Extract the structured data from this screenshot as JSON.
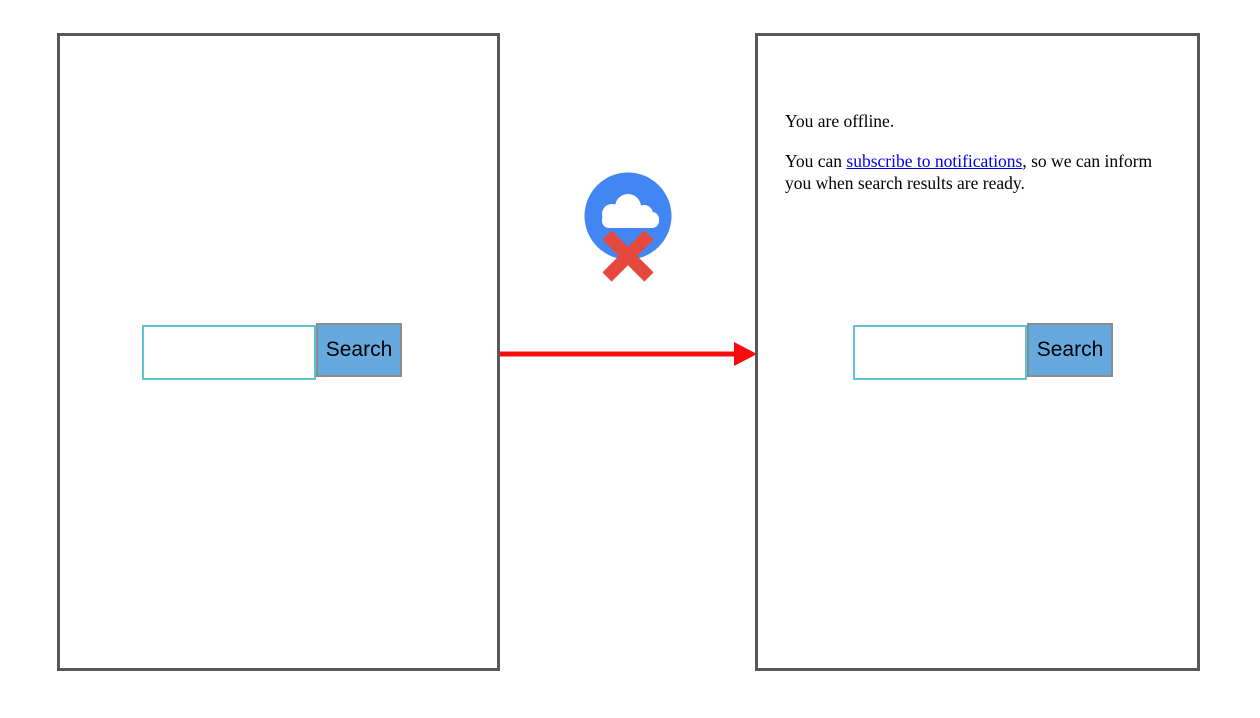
{
  "left_panel": {
    "search": {
      "input_value": "",
      "input_placeholder": "",
      "button_label": "Search"
    }
  },
  "connector": {
    "arrow_color": "#f50d0d",
    "icon": {
      "name": "offline-cloud",
      "circle_color": "#4286f4",
      "cloud_color": "#ffffff",
      "cross_color": "#e5493d"
    }
  },
  "right_panel": {
    "message": {
      "line1": "You are offline.",
      "line2_before": "You can ",
      "link_text": "subscribe to notifications",
      "line2_after": ", so we can inform you when search results are ready."
    },
    "link_color": "#0000ee",
    "search": {
      "input_value": "",
      "input_placeholder": "",
      "button_label": "Search"
    }
  },
  "colors": {
    "frame_border": "#58585a",
    "input_border": "#5fc3d6",
    "button_fill": "#65a9de",
    "button_border": "#8c8c8c"
  }
}
